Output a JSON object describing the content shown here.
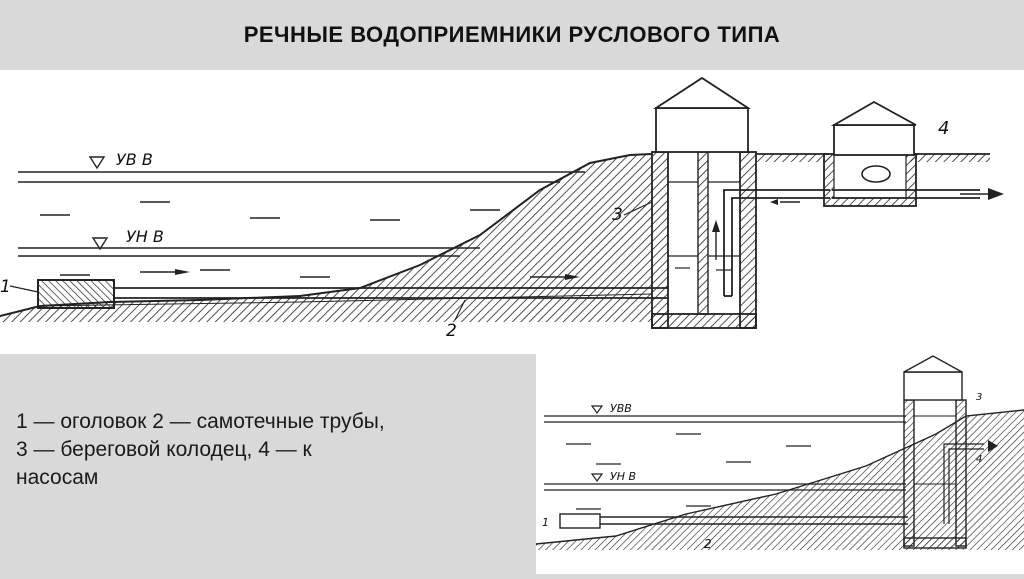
{
  "title": "РЕЧНЫЕ ВОДОПРИЕМНИКИ РУСЛОВОГО ТИПА",
  "legend": {
    "line1": "1 — оголовок 2 — самотечные трубы,",
    "line2": "3 — береговой колодец, 4 — к",
    "line3": "насосам"
  },
  "main_diagram": {
    "uvv_label": "УВ В",
    "unv_label": "УН В",
    "label_1": "1",
    "label_2": "2",
    "label_3": "3",
    "label_4": "4"
  },
  "inset_diagram": {
    "uvv_label": "УВВ",
    "unv_label": "УН В",
    "label_1": "1",
    "label_2": "2",
    "label_3": "3",
    "label_4": "4"
  }
}
